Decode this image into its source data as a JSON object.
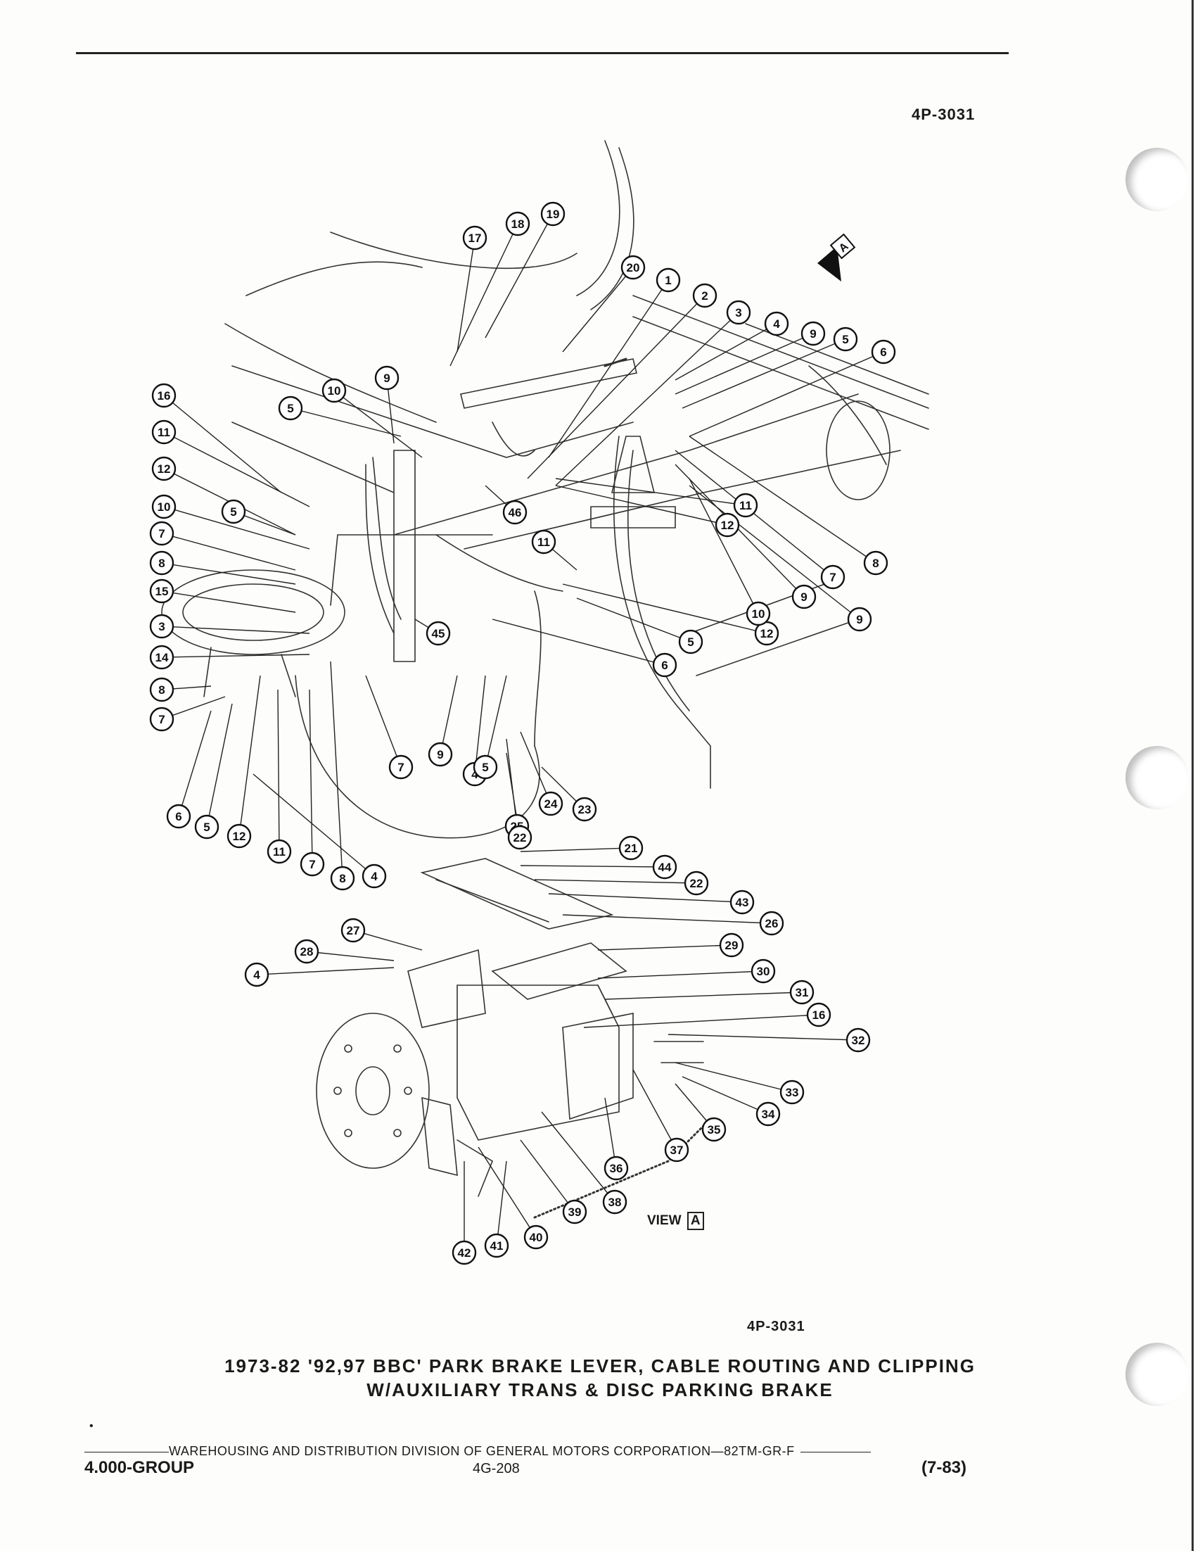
{
  "figure_code_top": "4P-3031",
  "figure_code_bottom": "4P-3031",
  "view_label": "VIEW",
  "view_box_letter": "A",
  "arrow_letter": "A",
  "caption_line1": "1973-82 '92,97 BBC' PARK BRAKE LEVER, CABLE ROUTING AND CLIPPING",
  "caption_line2": "W/AUXILIARY TRANS & DISC PARKING BRAKE",
  "footer_text": "WAREHOUSING AND DISTRIBUTION DIVISION OF GENERAL MOTORS CORPORATION—82TM-GR-F",
  "footer_group": "4.000-GROUP",
  "footer_page": "4G-208",
  "footer_date": "(7-83)",
  "bullet": "•",
  "callouts": [
    "17",
    "18",
    "19",
    "20",
    "1",
    "2",
    "3",
    "4",
    "9",
    "5",
    "6",
    "16",
    "11",
    "12",
    "10",
    "7",
    "8",
    "15",
    "3",
    "14",
    "8",
    "7",
    "5",
    "10",
    "9",
    "5",
    "4",
    "9",
    "45",
    "46",
    "11",
    "5",
    "6",
    "12",
    "10",
    "9",
    "7",
    "8",
    "11",
    "12",
    "6",
    "5",
    "12",
    "11",
    "7",
    "8",
    "7",
    "4",
    "9",
    "5",
    "24",
    "25",
    "23",
    "22",
    "21",
    "44",
    "22",
    "43",
    "26",
    "27",
    "28",
    "4",
    "29",
    "30",
    "31",
    "16",
    "32",
    "33",
    "34",
    "35",
    "37",
    "36",
    "38",
    "39",
    "40",
    "41",
    "42"
  ]
}
